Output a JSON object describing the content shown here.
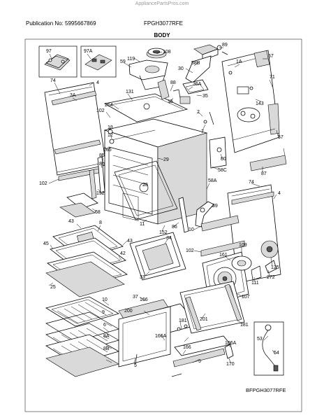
{
  "header": {
    "watermark": "AppliancePartsPros.com",
    "publication": "Publication No: 5995667869",
    "model": "FPGH3077RFE",
    "section": "BODY"
  },
  "footer": {
    "code": "BFPGH3077RFE"
  },
  "callouts": [
    "97",
    "97A",
    "119",
    "108",
    "59",
    "58B",
    "30",
    "89",
    "1A",
    "57",
    "74",
    "3A",
    "4",
    "131",
    "88",
    "36A",
    "35",
    "71",
    "143",
    "264",
    "102",
    "15",
    "2",
    "29",
    "13",
    "12",
    "265",
    "85",
    "86",
    "7",
    "57",
    "80",
    "58C",
    "87",
    "152",
    "23",
    "58A",
    "74",
    "4",
    "102",
    "68",
    "11",
    "152",
    "86",
    "39",
    "10",
    "43",
    "8",
    "43",
    "45",
    "42",
    "34",
    "102",
    "25",
    "33",
    "109",
    "161",
    "125",
    "272",
    "111",
    "107",
    "37",
    "10",
    "166",
    "200",
    "201",
    "181",
    "9",
    "6",
    "8A",
    "8B",
    "166",
    "166A",
    "5",
    "5",
    "181",
    "106A",
    "53",
    "54",
    "170"
  ]
}
